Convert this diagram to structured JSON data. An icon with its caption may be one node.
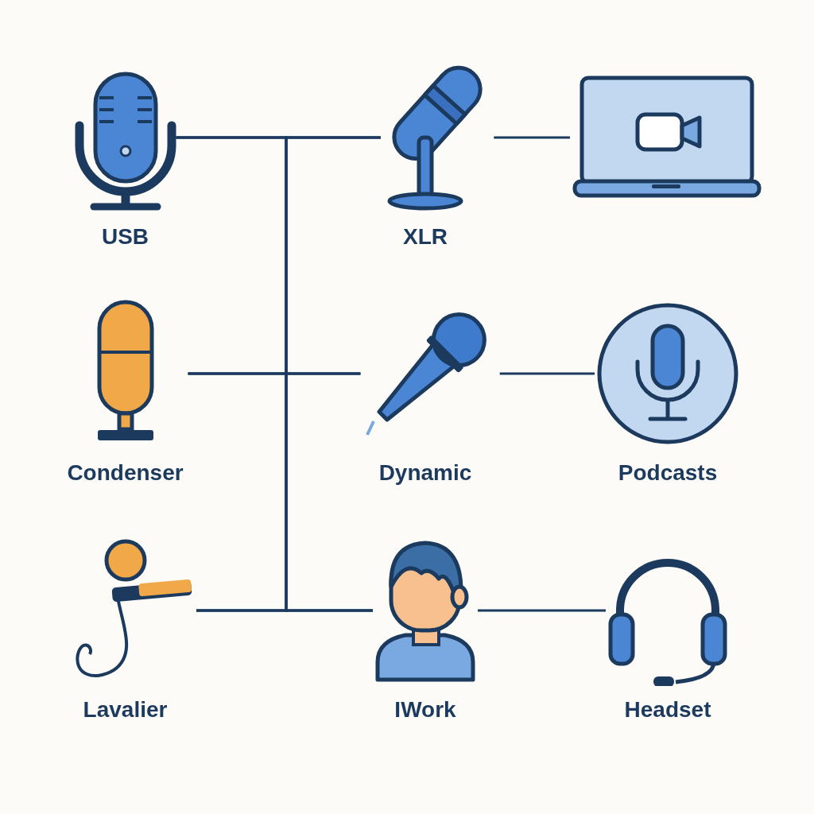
{
  "diagram": {
    "nodes": [
      {
        "text": [
          "USB"
        ]
      },
      {
        "text": [
          "XLR"
        ]
      },
      {
        "text": [],
        "shape": "laptop"
      },
      {
        "text": [
          "Condenser"
        ]
      },
      {
        "text": [
          "Dynamic"
        ]
      },
      {
        "text": [
          "Podcasts"
        ]
      },
      {
        "text": [
          "Lavalier"
        ]
      },
      {
        "text": [
          "IWork"
        ]
      },
      {
        "text": [
          "Headset"
        ]
      }
    ],
    "edges": [
      {
        "from": 0,
        "to": 1,
        "arrow": "none"
      },
      {
        "from": 0,
        "to": 4,
        "arrow": "none"
      },
      {
        "from": 0,
        "to": 7,
        "arrow": "none"
      },
      {
        "from": 3,
        "to": 1,
        "arrow": "none"
      },
      {
        "from": 3,
        "to": 4,
        "arrow": "none"
      },
      {
        "from": 3,
        "to": 7,
        "arrow": "none"
      },
      {
        "from": 6,
        "to": 1,
        "arrow": "none"
      },
      {
        "from": 6,
        "to": 4,
        "arrow": "none"
      },
      {
        "from": 6,
        "to": 7,
        "arrow": "none"
      },
      {
        "from": 1,
        "to": 2,
        "arrow": "none"
      },
      {
        "from": 4,
        "to": 5,
        "arrow": "none"
      },
      {
        "from": 7,
        "to": 8,
        "arrow": "none"
      }
    ]
  }
}
